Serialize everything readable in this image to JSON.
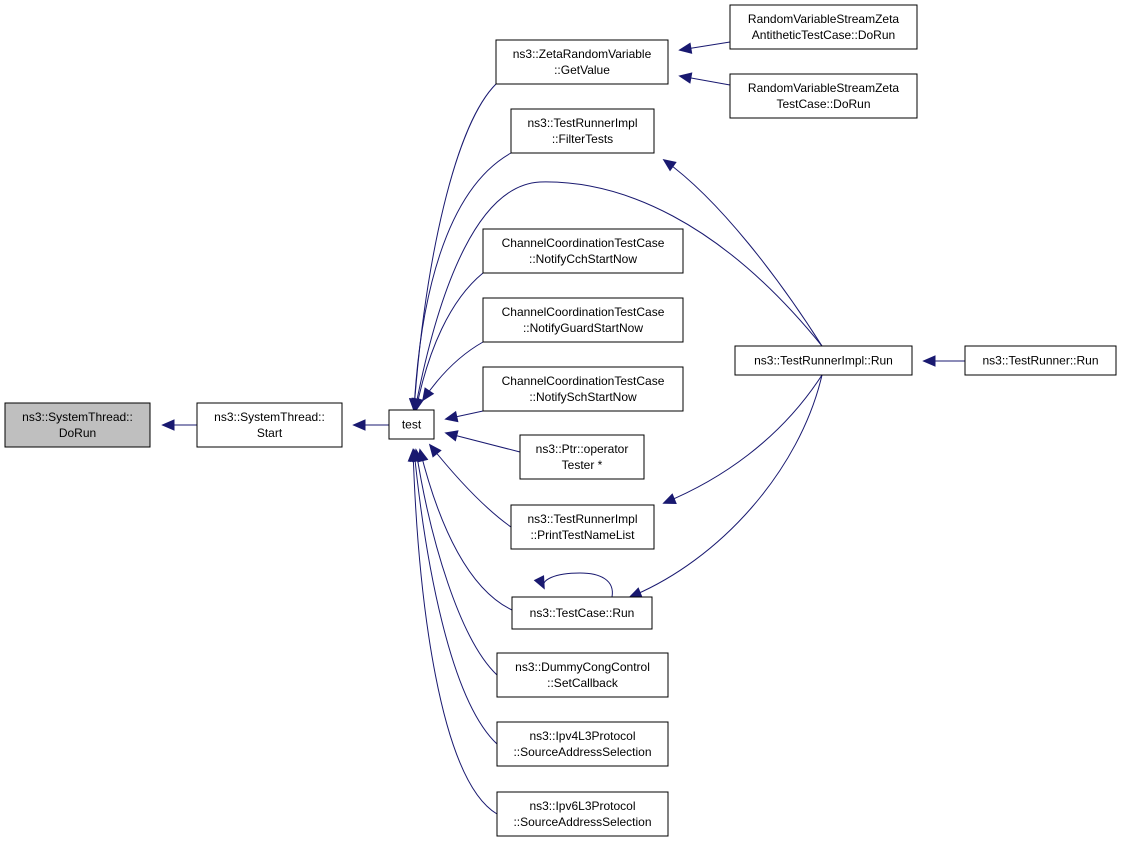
{
  "nodes": [
    {
      "id": "dorun",
      "lines": [
        "ns3::SystemThread::",
        "DoRun"
      ]
    },
    {
      "id": "start",
      "lines": [
        "ns3::SystemThread::",
        "Start"
      ]
    },
    {
      "id": "test",
      "lines": [
        "test"
      ]
    },
    {
      "id": "zeta_getvalue",
      "lines": [
        "ns3::ZetaRandomVariable",
        "::GetValue"
      ]
    },
    {
      "id": "filtertests",
      "lines": [
        "ns3::TestRunnerImpl",
        "::FilterTests"
      ]
    },
    {
      "id": "cch",
      "lines": [
        "ChannelCoordinationTestCase",
        "::NotifyCchStartNow"
      ]
    },
    {
      "id": "guard",
      "lines": [
        "ChannelCoordinationTestCase",
        "::NotifyGuardStartNow"
      ]
    },
    {
      "id": "sch",
      "lines": [
        "ChannelCoordinationTestCase",
        "::NotifySchStartNow"
      ]
    },
    {
      "id": "ptr",
      "lines": [
        "ns3::Ptr::operator",
        "Tester *"
      ]
    },
    {
      "id": "printlist",
      "lines": [
        "ns3::TestRunnerImpl",
        "::PrintTestNameList"
      ]
    },
    {
      "id": "tc_run",
      "lines": [
        "ns3::TestCase::Run"
      ]
    },
    {
      "id": "dummy",
      "lines": [
        "ns3::DummyCongControl",
        "::SetCallback"
      ]
    },
    {
      "id": "ipv4",
      "lines": [
        "ns3::Ipv4L3Protocol",
        "::SourceAddressSelection"
      ]
    },
    {
      "id": "ipv6",
      "lines": [
        "ns3::Ipv6L3Protocol",
        "::SourceAddressSelection"
      ]
    },
    {
      "id": "zeta_anti",
      "lines": [
        "RandomVariableStreamZeta",
        "AntitheticTestCase::DoRun"
      ]
    },
    {
      "id": "zeta_tc",
      "lines": [
        "RandomVariableStreamZeta",
        "TestCase::DoRun"
      ]
    },
    {
      "id": "runnerimpl_run",
      "lines": [
        "ns3::TestRunnerImpl::Run"
      ]
    },
    {
      "id": "runner_run",
      "lines": [
        "ns3::TestRunner::Run"
      ]
    }
  ],
  "edges": [
    {
      "from": "start",
      "to": "dorun"
    },
    {
      "from": "test",
      "to": "start"
    },
    {
      "from": "zeta_getvalue",
      "to": "test"
    },
    {
      "from": "filtertests",
      "to": "test"
    },
    {
      "from": "runnerimpl_run",
      "to": "test"
    },
    {
      "from": "cch",
      "to": "test"
    },
    {
      "from": "guard",
      "to": "test"
    },
    {
      "from": "sch",
      "to": "test"
    },
    {
      "from": "ptr",
      "to": "test"
    },
    {
      "from": "printlist",
      "to": "test"
    },
    {
      "from": "tc_run",
      "to": "test"
    },
    {
      "from": "dummy",
      "to": "test"
    },
    {
      "from": "ipv4",
      "to": "test"
    },
    {
      "from": "ipv6",
      "to": "test"
    },
    {
      "from": "zeta_anti",
      "to": "zeta_getvalue"
    },
    {
      "from": "zeta_tc",
      "to": "zeta_getvalue"
    },
    {
      "from": "runnerimpl_run",
      "to": "filtertests"
    },
    {
      "from": "runnerimpl_run",
      "to": "printlist"
    },
    {
      "from": "runnerimpl_run",
      "to": "tc_run"
    },
    {
      "from": "tc_run",
      "to": "tc_run"
    },
    {
      "from": "runner_run",
      "to": "runnerimpl_run"
    }
  ],
  "colors": {
    "edge": "#191970",
    "root_fill": "#bfbfbf",
    "node_fill": "#ffffff",
    "node_border": "#000000"
  }
}
